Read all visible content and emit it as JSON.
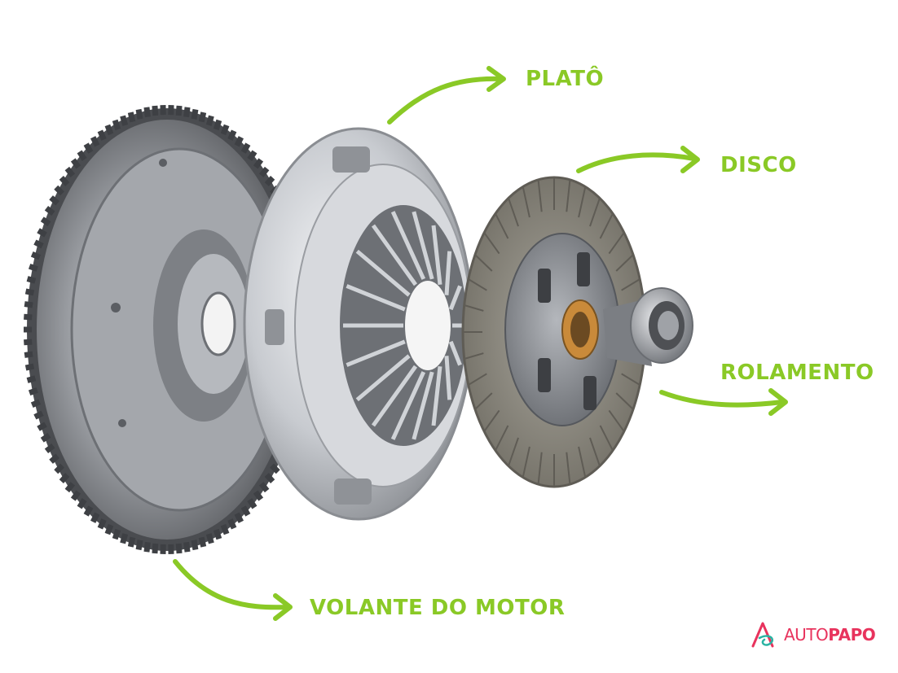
{
  "labels": {
    "plato": "PLATÔ",
    "disco": "DISCO",
    "rolamento": "ROLAMENTO",
    "volante": "VOLANTE DO MOTOR"
  },
  "logo": {
    "text_light": "AUTO",
    "text_bold": "PAPO"
  },
  "colors": {
    "accent_green": "#8ac926",
    "logo_pink": "#e8335d",
    "logo_teal": "#2bb3a3",
    "metal_dark": "#5a5c60",
    "metal_light": "#c9ccd1",
    "friction": "#8d8a80"
  }
}
